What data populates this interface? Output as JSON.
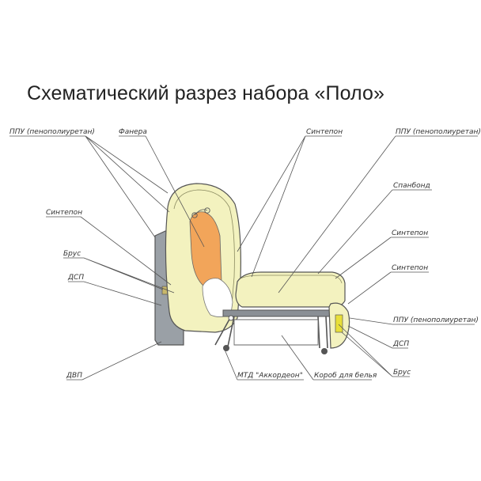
{
  "title": "Схематический разрез набора «Поло»",
  "labels": {
    "ppu_left": "ППУ (пенополиуретан)",
    "fanera": "Фанера",
    "sintepon_top": "Синтепон",
    "ppu_right_top": "ППУ (пенополиуретан)",
    "spanbond": "Спанбонд",
    "sintepon_left": "Синтепон",
    "sintepon_right1": "Синтепон",
    "sintepon_right2": "Синтепон",
    "brus_left": "Брус",
    "dsp_left": "ДСП",
    "dvp": "ДВП",
    "mtd": "МТД \"Аккордеон\"",
    "korob": "Короб для белья",
    "ppu_right_bottom": "ППУ (пенополиуретан)",
    "dsp_right": "ДСП",
    "brus_right": "Брус"
  },
  "colors": {
    "foam": "#f3f2bf",
    "plywood": "#f2a55a",
    "panel": "#9aa0a6",
    "frame": "#8a8f95",
    "accent_yellow": "#e8df3a"
  }
}
